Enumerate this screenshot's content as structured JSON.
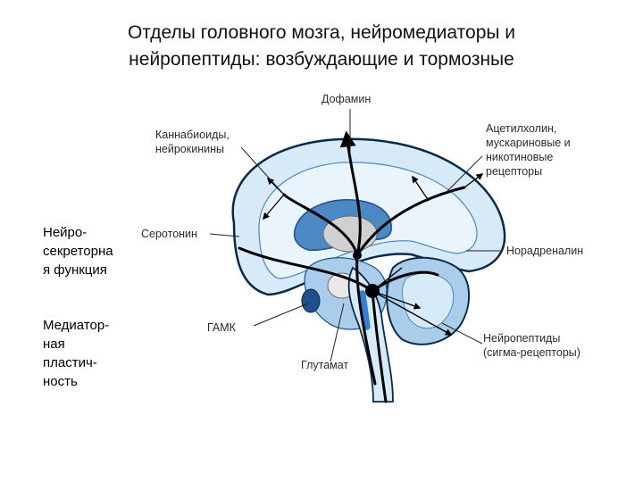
{
  "title": {
    "line1": "Отделы головного мозга, нейромедиаторы и",
    "line2": "нейропептиды: возбуждающие и тормозные"
  },
  "side_notes": {
    "note1": [
      "Нейро-",
      "секреторна",
      "я функция"
    ],
    "note2": [
      "Медиатор-",
      "ная",
      "пластич-",
      "ность"
    ]
  },
  "labels": {
    "dopamine": "Дофамин",
    "cannabinoids": [
      "Каннабиоиды,",
      "нейрокинины"
    ],
    "acetylcholine": [
      "Ацетилхолин,",
      "мускариновые и",
      "никотиновые",
      "рецепторы"
    ],
    "serotonin": "Серотонин",
    "noradrenaline": "Норадреналин",
    "gaba": "ГАМК",
    "neuropeptides": [
      "Нейропептиды",
      "(сигма-рецепторы)"
    ],
    "glutamate": "Глутамат"
  },
  "colors": {
    "outline": "#0b2a4a",
    "fill_light": "#d7eaf8",
    "fill_mid": "#a9cdea",
    "fill_dark": "#4b88c4",
    "gray": "#d0d0d0",
    "tract": "#000000",
    "accent_blue": "#2f80d8",
    "navy": "#1f4f8e"
  }
}
